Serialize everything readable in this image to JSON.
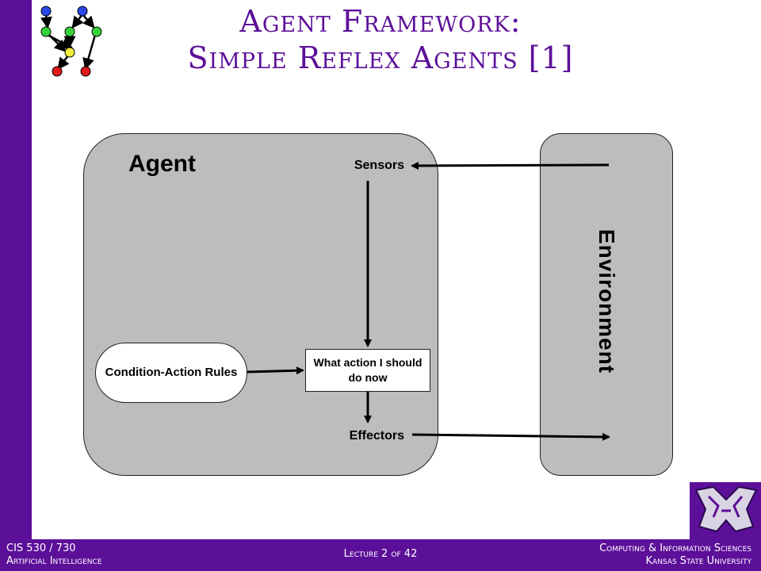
{
  "title": {
    "line1": "Agent Framework:",
    "line2": "Simple Reflex Agents [1]"
  },
  "diagram": {
    "agent_label": "Agent",
    "sensors_label": "Sensors",
    "effectors_label": "Effectors",
    "environment_label": "Environment",
    "rules_label": "Condition-Action Rules",
    "action_label": "What action I should do now"
  },
  "footer": {
    "course_code": "CIS 530 / 730",
    "course_name": "Artificial Intelligence",
    "lecture": "Lecture 2 of 42",
    "department": "Computing & Information Sciences",
    "university": "Kansas State University"
  },
  "colors": {
    "brand_purple": "#5c0f99",
    "box_gray": "#bdbdbd"
  },
  "icons": {
    "graph_logo": "network-graph-icon",
    "university_logo": "wildcat-logo"
  }
}
